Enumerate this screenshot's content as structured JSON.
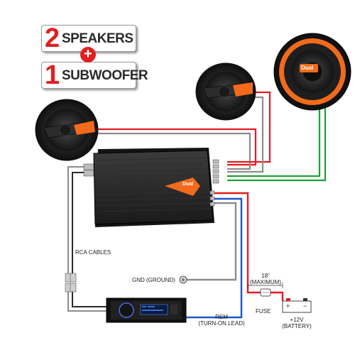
{
  "headline": {
    "line1": {
      "number": "2",
      "word": "SPEAKERS"
    },
    "plus": "+",
    "line2": {
      "number": "1",
      "word": "SUBWOOFER"
    }
  },
  "brand_logo": "Dual",
  "labels": {
    "rca_cables": "RCA CABLES",
    "gnd": "GND (GROUND)",
    "rem_line1": "REM",
    "rem_line2": "(TURN-ON LEAD)",
    "fuse": "FUSE",
    "wire_length_line1": "18\"",
    "wire_length_line2": "(MAXIMUM)",
    "battery_line1": "+12V",
    "battery_line2": "(BATTERY)",
    "battery_plus": "+",
    "battery_minus": "−"
  },
  "colors": {
    "accent_red": "#e02020",
    "accent_orange": "#f26a1b",
    "wire_red": "#e31b23",
    "wire_green": "#1e9e3a",
    "wire_blue": "#1f54c8",
    "wire_gray": "#8c8c8c",
    "wire_black": "#222222"
  },
  "icons": [
    "speaker-left-icon",
    "speaker-right-icon",
    "subwoofer-icon",
    "amplifier-icon",
    "head-unit-icon",
    "fuse-icon",
    "battery-icon",
    "ground-terminal-icon"
  ]
}
